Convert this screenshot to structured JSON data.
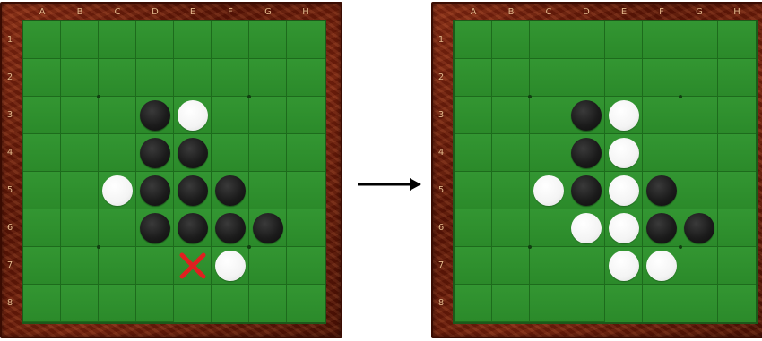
{
  "columns": [
    "A",
    "B",
    "C",
    "D",
    "E",
    "F",
    "G",
    "H"
  ],
  "rows": [
    "1",
    "2",
    "3",
    "4",
    "5",
    "6",
    "7",
    "8"
  ],
  "colors": {
    "board_green": "#2e8b2c",
    "frame_wood": "#6b1c08",
    "label_tan": "#e7b98c",
    "marker_red": "#e02020"
  },
  "boards": [
    {
      "id": "before",
      "discs": [
        {
          "cell": "D3",
          "color": "black"
        },
        {
          "cell": "E3",
          "color": "white"
        },
        {
          "cell": "D4",
          "color": "black"
        },
        {
          "cell": "E4",
          "color": "black"
        },
        {
          "cell": "C5",
          "color": "white"
        },
        {
          "cell": "D5",
          "color": "black"
        },
        {
          "cell": "E5",
          "color": "black"
        },
        {
          "cell": "F5",
          "color": "black"
        },
        {
          "cell": "D6",
          "color": "black"
        },
        {
          "cell": "E6",
          "color": "black"
        },
        {
          "cell": "F6",
          "color": "black"
        },
        {
          "cell": "G6",
          "color": "black"
        },
        {
          "cell": "F7",
          "color": "white"
        }
      ],
      "move_marker": {
        "cell": "E7",
        "icon": "red-x-icon"
      }
    },
    {
      "id": "after",
      "discs": [
        {
          "cell": "D3",
          "color": "black"
        },
        {
          "cell": "E3",
          "color": "white"
        },
        {
          "cell": "D4",
          "color": "black"
        },
        {
          "cell": "E4",
          "color": "white"
        },
        {
          "cell": "C5",
          "color": "white"
        },
        {
          "cell": "D5",
          "color": "black"
        },
        {
          "cell": "E5",
          "color": "white"
        },
        {
          "cell": "F5",
          "color": "black"
        },
        {
          "cell": "D6",
          "color": "white"
        },
        {
          "cell": "E6",
          "color": "white"
        },
        {
          "cell": "F6",
          "color": "black"
        },
        {
          "cell": "G6",
          "color": "black"
        },
        {
          "cell": "E7",
          "color": "white"
        },
        {
          "cell": "F7",
          "color": "white"
        }
      ]
    }
  ],
  "transition_icon": "right-arrow-icon"
}
